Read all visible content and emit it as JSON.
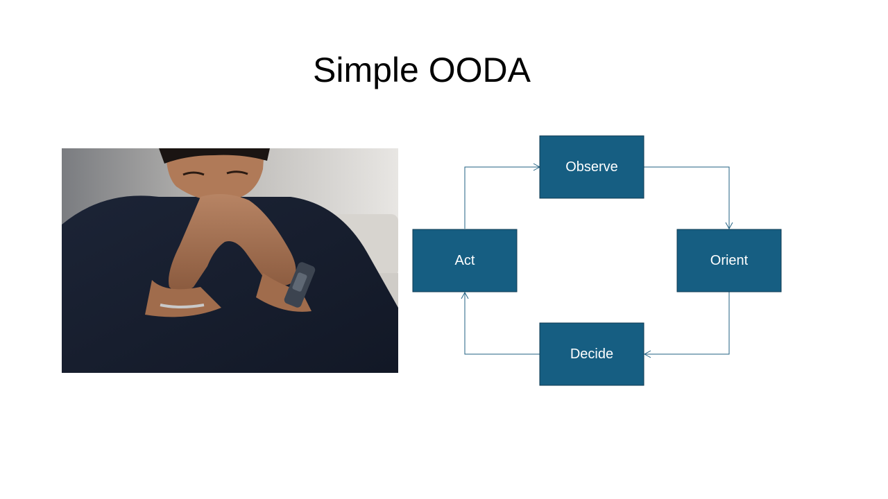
{
  "slide": {
    "title": "Simple OODA"
  },
  "photo": {
    "description_icon": "praying-hands-photo"
  },
  "diagram": {
    "node_color": "#165e82",
    "line_color": "#1f5f80",
    "nodes": {
      "observe": "Observe",
      "orient": "Orient",
      "decide": "Decide",
      "act": "Act"
    }
  }
}
